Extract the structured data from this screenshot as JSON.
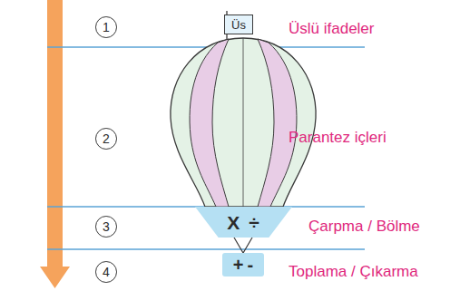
{
  "diagram": {
    "nodes": [
      {
        "text": [
          "1"
        ]
      },
      {
        "text": [
          "Üs"
        ]
      },
      {
        "text": [
          "2"
        ]
      },
      {
        "text": [
          "3"
        ]
      },
      {
        "text": [
          "X",
          "÷"
        ]
      },
      {
        "text": [
          "4"
        ]
      },
      {
        "text": [
          "+",
          "-"
        ]
      }
    ],
    "edges": [
      {
        "from": 4,
        "to": 6,
        "arrow": "none"
      }
    ],
    "labels": [
      "Üslü ifadeler",
      "Parantez içleri",
      "Çarpma / Bölme",
      "Toplama / Çıkarma"
    ]
  }
}
